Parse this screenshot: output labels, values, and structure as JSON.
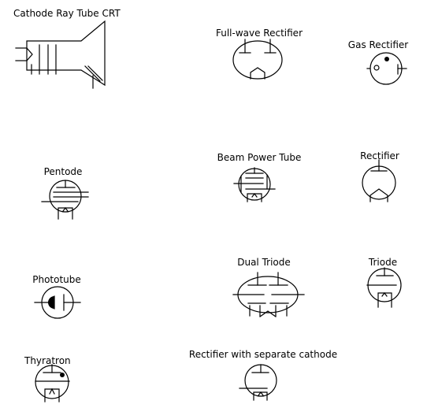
{
  "labels": {
    "crt": "Cathode Ray Tube  CRT",
    "full_wave_rectifier": "Full-wave  Rectifier",
    "gas_rectifier": "Gas Rectifier",
    "pentode": "Pentode",
    "beam_power_tube": "Beam Power Tube",
    "rectifier": "Rectifier",
    "phototube": "Phototube",
    "dual_triode": "Dual Triode",
    "triode": "Triode",
    "thyratron": "Thyratron",
    "rectifier_separate_cathode": "Rectifier with separate cathode"
  },
  "colors": {
    "stroke": "#000000",
    "background": "#ffffff"
  }
}
